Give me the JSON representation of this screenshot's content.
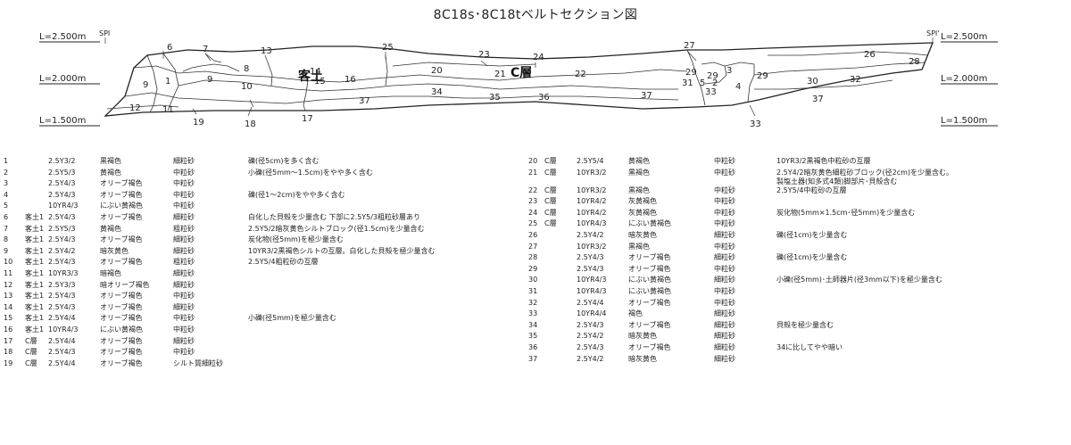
{
  "title": "8C18s･8C18tベルトセクション図",
  "levels": [
    "L=2.500m",
    "L=2.000m",
    "L=1.500m"
  ],
  "spi_left": "SPI",
  "spi_right": "SPI'",
  "labels": {
    "kado": "客土",
    "c_layer": "C層"
  },
  "layer_numbers": [
    "1",
    "2",
    "3",
    "4",
    "5",
    "6",
    "7",
    "8",
    "9",
    "10",
    "11",
    "12",
    "13",
    "14",
    "15",
    "16",
    "17",
    "18",
    "19",
    "20",
    "21",
    "22",
    "23",
    "24",
    "25",
    "26",
    "27",
    "28",
    "29",
    "30",
    "31",
    "32",
    "33",
    "34",
    "35",
    "36",
    "37"
  ],
  "legend_left": [
    {
      "num": "1",
      "layer": "",
      "color": "2.5Y3/2",
      "color_name": "黒褐色",
      "texture": "細粒砂",
      "note": "礫(径5cm)を多く含む"
    },
    {
      "num": "2",
      "layer": "",
      "color": "2.5Y5/3",
      "color_name": "黄褐色",
      "texture": "中粒砂",
      "note": "小礫(径5mm〜1.5cm)をやや多く含む"
    },
    {
      "num": "3",
      "layer": "",
      "color": "2.5Y4/3",
      "color_name": "オリーブ褐色",
      "texture": "中粒砂",
      "note": ""
    },
    {
      "num": "4",
      "layer": "",
      "color": "2.5Y4/3",
      "color_name": "オリーブ褐色",
      "texture": "中粒砂",
      "note": "礫(径1〜2cm)をやや多く含む"
    },
    {
      "num": "5",
      "layer": "",
      "color": "10YR4/3",
      "color_name": "にぶい黄褐色",
      "texture": "中粒砂",
      "note": ""
    },
    {
      "num": "6",
      "layer": "客土1",
      "color": "2.5Y4/3",
      "color_name": "オリーブ褐色",
      "texture": "細粒砂",
      "note": "白化した貝殻を少量含む 下部に2.5Y5/3粗粒砂層あり"
    },
    {
      "num": "7",
      "layer": "客土1",
      "color": "2.5Y5/3",
      "color_name": "黄褐色",
      "texture": "粗粒砂",
      "note": "2.5Y5/2暗灰黄色シルトブロック(径1.5cm)を少量含む"
    },
    {
      "num": "8",
      "layer": "客土1",
      "color": "2.5Y4/3",
      "color_name": "オリーブ褐色",
      "texture": "細粒砂",
      "note": "炭化物(径5mm)を極少量含む"
    },
    {
      "num": "9",
      "layer": "客土1",
      "color": "2.5Y4/2",
      "color_name": "暗灰黄色",
      "texture": "細粒砂",
      "note": "10YR3/2黒褐色シルトの互層。白化した貝殻を極少量含む"
    },
    {
      "num": "10",
      "layer": "客土1",
      "color": "2.5Y4/3",
      "color_name": "オリーブ褐色",
      "texture": "粗粒砂",
      "note": "2.5Y5/4粗粒砂の互層"
    },
    {
      "num": "11",
      "layer": "客土1",
      "color": "10YR3/3",
      "color_name": "暗褐色",
      "texture": "細粒砂",
      "note": ""
    },
    {
      "num": "12",
      "layer": "客土1",
      "color": "2.5Y3/3",
      "color_name": "暗オリーブ褐色",
      "texture": "細粒砂",
      "note": ""
    },
    {
      "num": "13",
      "layer": "客土1",
      "color": "2.5Y4/3",
      "color_name": "オリーブ褐色",
      "texture": "中粒砂",
      "note": ""
    },
    {
      "num": "14",
      "layer": "客土1",
      "color": "2.5Y4/3",
      "color_name": "オリーブ褐色",
      "texture": "細粒砂",
      "note": ""
    },
    {
      "num": "15",
      "layer": "客土1",
      "color": "2.5Y4/4",
      "color_name": "オリーブ褐色",
      "texture": "中粒砂",
      "note": "小礫(径5mm)を極少量含む"
    },
    {
      "num": "16",
      "layer": "客土1",
      "color": "10YR4/3",
      "color_name": "にぶい黄褐色",
      "texture": "中粒砂",
      "note": ""
    },
    {
      "num": "17",
      "layer": "C層",
      "color": "2.5Y4/4",
      "color_name": "オリーブ褐色",
      "texture": "細粒砂",
      "note": ""
    },
    {
      "num": "18",
      "layer": "C層",
      "color": "2.5Y4/3",
      "color_name": "オリーブ褐色",
      "texture": "中粒砂",
      "note": ""
    },
    {
      "num": "19",
      "layer": "C層",
      "color": "2.5Y4/4",
      "color_name": "オリーブ褐色",
      "texture": "シルト質細粒砂",
      "note": ""
    }
  ],
  "legend_right": [
    {
      "num": "20",
      "layer": "C層",
      "color": "2.5Y5/4",
      "color_name": "黄褐色",
      "texture": "中粒砂",
      "note": "10YR3/2黒褐色中粒砂の互層",
      "note2": ""
    },
    {
      "num": "21",
      "layer": "C層",
      "color": "10YR3/2",
      "color_name": "黒褐色",
      "texture": "中粒砂",
      "note": "2.5Y4/2暗灰黄色細粒砂ブロック(径2cm)を少量含む。",
      "note2": "製塩土器(知多式4類)脚部片･貝殻含む"
    },
    {
      "num": "22",
      "layer": "C層",
      "color": "10YR3/2",
      "color_name": "黒褐色",
      "texture": "中粒砂",
      "note": "2.5Y5/4中粒砂の互層",
      "note2": ""
    },
    {
      "num": "23",
      "layer": "C層",
      "color": "10YR4/2",
      "color_name": "灰黄褐色",
      "texture": "中粒砂",
      "note": "",
      "note2": ""
    },
    {
      "num": "24",
      "layer": "C層",
      "color": "10YR4/2",
      "color_name": "灰黄褐色",
      "texture": "中粒砂",
      "note": "炭化物(5mm×1.5cm･径5mm)を少量含む",
      "note2": ""
    },
    {
      "num": "25",
      "layer": "C層",
      "color": "10YR4/3",
      "color_name": "にぶい黄褐色",
      "texture": "中粒砂",
      "note": "",
      "note2": ""
    },
    {
      "num": "26",
      "layer": "",
      "color": "2.5Y4/2",
      "color_name": "暗灰黄色",
      "texture": "細粒砂",
      "note": "礫(径1cm)を少量含む",
      "note2": ""
    },
    {
      "num": "27",
      "layer": "",
      "color": "10YR3/2",
      "color_name": "黒褐色",
      "texture": "中粒砂",
      "note": "",
      "note2": ""
    },
    {
      "num": "28",
      "layer": "",
      "color": "2.5Y4/3",
      "color_name": "オリーブ褐色",
      "texture": "細粒砂",
      "note": "礫(径1cm)を少量含む",
      "note2": ""
    },
    {
      "num": "29",
      "layer": "",
      "color": "2.5Y4/3",
      "color_name": "オリーブ褐色",
      "texture": "中粒砂",
      "note": "",
      "note2": ""
    },
    {
      "num": "30",
      "layer": "",
      "color": "10YR4/3",
      "color_name": "にぶい黄褐色",
      "texture": "細粒砂",
      "note": "小礫(径5mm)･土師器片(径3mm以下)を極少量含む",
      "note2": ""
    },
    {
      "num": "31",
      "layer": "",
      "color": "10YR4/3",
      "color_name": "にぶい黄褐色",
      "texture": "中粒砂",
      "note": "",
      "note2": ""
    },
    {
      "num": "32",
      "layer": "",
      "color": "2.5Y4/4",
      "color_name": "オリーブ褐色",
      "texture": "中粒砂",
      "note": "",
      "note2": ""
    },
    {
      "num": "33",
      "layer": "",
      "color": "10YR4/4",
      "color_name": "褐色",
      "texture": "細粒砂",
      "note": "",
      "note2": ""
    },
    {
      "num": "34",
      "layer": "",
      "color": "2.5Y4/3",
      "color_name": "オリーブ褐色",
      "texture": "細粒砂",
      "note": "貝殻を極少量含む",
      "note2": ""
    },
    {
      "num": "35",
      "layer": "",
      "color": "2.5Y4/2",
      "color_name": "暗灰黄色",
      "texture": "細粒砂",
      "note": "",
      "note2": ""
    },
    {
      "num": "36",
      "layer": "",
      "color": "2.5Y4/3",
      "color_name": "オリーブ褐色",
      "texture": "細粒砂",
      "note": "34に比してやや暗い",
      "note2": ""
    },
    {
      "num": "37",
      "layer": "",
      "color": "2.5Y4/2",
      "color_name": "暗灰黄色",
      "texture": "細粒砂",
      "note": "",
      "note2": ""
    }
  ]
}
